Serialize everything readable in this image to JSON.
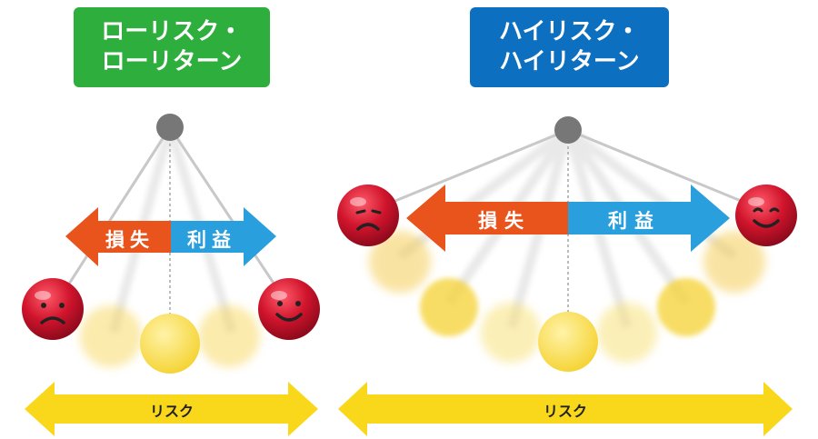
{
  "left_panel": {
    "title_line1": "ローリスク・",
    "title_line2": "ローリターン",
    "loss_label": "損失",
    "gain_label": "利益",
    "risk_label": "リスク"
  },
  "right_panel": {
    "title_line1": "ハイリスク・",
    "title_line2": "ハイリターン",
    "loss_label": "損失",
    "gain_label": "利益",
    "risk_label": "リスク"
  },
  "colors": {
    "green_title": "#2eae3c",
    "blue_title": "#0d6fbf",
    "loss_arrow": "#e8541c",
    "gain_arrow": "#2a9fdd",
    "risk_arrow": "#f9d81c",
    "ball_red": "#c8102e",
    "ball_yellow": "#f7d34a",
    "pivot": "#777777"
  },
  "icons": {
    "sad_face": "sad-face-icon",
    "smile_face": "smile-face-icon"
  }
}
